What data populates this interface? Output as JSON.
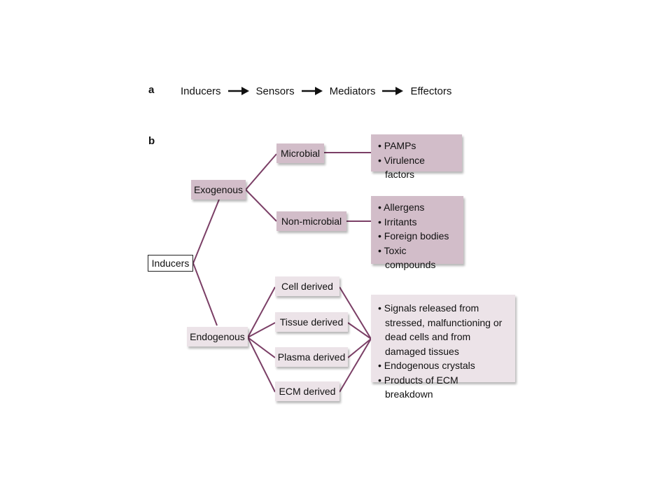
{
  "panel_a": {
    "letter": "a",
    "steps": [
      "Inducers",
      "Sensors",
      "Mediators",
      "Effectors"
    ]
  },
  "panel_b": {
    "letter": "b",
    "root": "Inducers",
    "exogenous": "Exogenous",
    "endogenous": "Endogenous",
    "microbial": "Microbial",
    "non_microbial": "Non-microbial",
    "microbial_items": [
      "PAMPs",
      "Virulence factors"
    ],
    "non_microbial_items": [
      "Allergens",
      "Irritants",
      "Foreign bodies",
      "Toxic compounds"
    ],
    "endogenous_sources": [
      "Cell derived",
      "Tissue derived",
      "Plasma derived",
      "ECM derived"
    ],
    "endogenous_items": [
      "Signals released from stressed, malfunctioning or dead cells and from damaged tissues",
      "Endogenous crystals",
      "Products of ECM breakdown"
    ]
  },
  "colors": {
    "dark_box": "#d2bdc9",
    "light_box": "#ece3e8",
    "connector": "#7b3f66"
  }
}
